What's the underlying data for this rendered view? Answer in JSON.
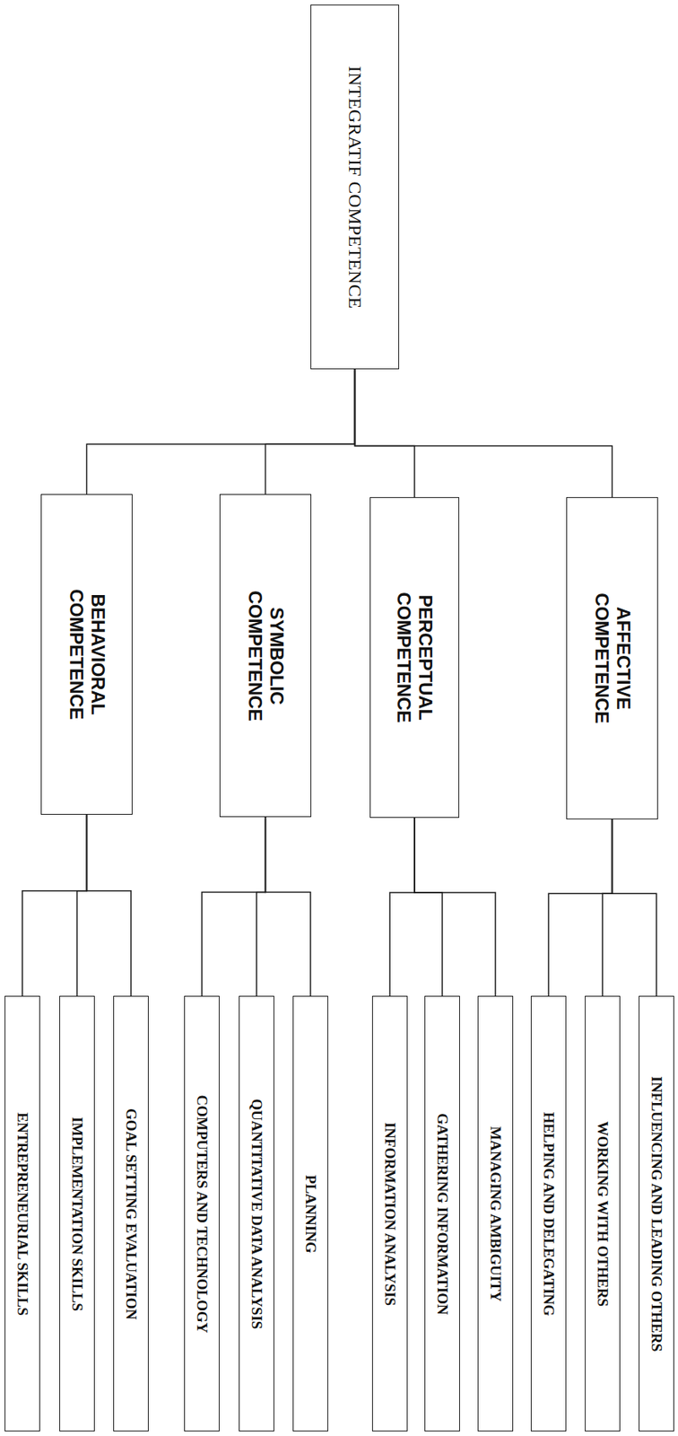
{
  "diagram": {
    "nodes": [
      {
        "text": [
          "INTEGRATIF COMPETENCE"
        ]
      },
      {
        "text": [
          "AFFECTIVE COMPETENCE"
        ]
      },
      {
        "text": [
          "PERCEPTUAL COMPETENCE"
        ]
      },
      {
        "text": [
          "SYMBOLIC COMPETENCE"
        ]
      },
      {
        "text": [
          "BEHAVIORAL COMPETENCE"
        ]
      },
      {
        "text": [
          "INFLUENCING AND LEADING OTHERS"
        ]
      },
      {
        "text": [
          "WORKING WITH OTHERS"
        ]
      },
      {
        "text": [
          "HELPING AND DELEGATING"
        ]
      },
      {
        "text": [
          "MANAGING AMBIGUITY"
        ]
      },
      {
        "text": [
          "GATHERING INFORMATION"
        ]
      },
      {
        "text": [
          "INFORMATION ANALYSIS"
        ]
      },
      {
        "text": [
          "PLANNING"
        ]
      },
      {
        "text": [
          "QUANTITATIVE DATA ANALYSIS"
        ]
      },
      {
        "text": [
          "COMPUTERS AND TECHNOLOGY"
        ]
      },
      {
        "text": [
          "GOAL SETTING EVALUATION"
        ]
      },
      {
        "text": [
          "IMPLEMENTATION SKILLS"
        ]
      },
      {
        "text": [
          "ENTREPRENEURIAL SKILLS"
        ]
      }
    ],
    "edges": [
      {
        "from": 0,
        "to": 1,
        "arrow": "none"
      },
      {
        "from": 0,
        "to": 2,
        "arrow": "none"
      },
      {
        "from": 0,
        "to": 3,
        "arrow": "none"
      },
      {
        "from": 0,
        "to": 4,
        "arrow": "none"
      },
      {
        "from": 1,
        "to": 5,
        "arrow": "none"
      },
      {
        "from": 1,
        "to": 6,
        "arrow": "none"
      },
      {
        "from": 1,
        "to": 7,
        "arrow": "none"
      },
      {
        "from": 2,
        "to": 8,
        "arrow": "none"
      },
      {
        "from": 2,
        "to": 9,
        "arrow": "none"
      },
      {
        "from": 2,
        "to": 10,
        "arrow": "none"
      },
      {
        "from": 3,
        "to": 11,
        "arrow": "none"
      },
      {
        "from": 3,
        "to": 12,
        "arrow": "none"
      },
      {
        "from": 3,
        "to": 13,
        "arrow": "none"
      },
      {
        "from": 4,
        "to": 14,
        "arrow": "none"
      },
      {
        "from": 4,
        "to": 15,
        "arrow": "none"
      },
      {
        "from": 4,
        "to": 16,
        "arrow": "none"
      }
    ]
  }
}
